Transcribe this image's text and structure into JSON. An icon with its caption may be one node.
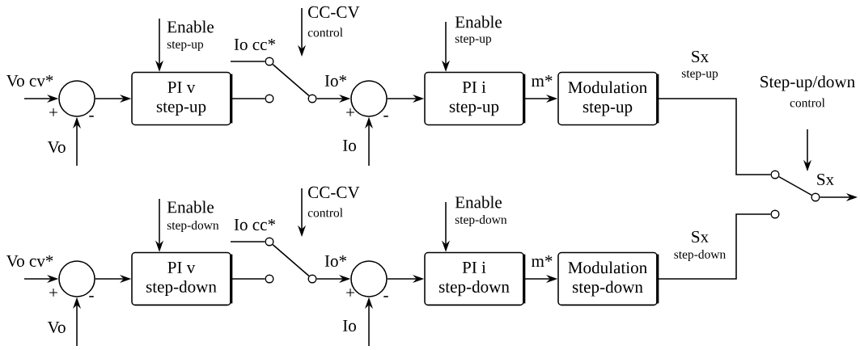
{
  "diagram": {
    "nodes": [
      {
        "text": [],
        "shape": "circle"
      },
      {
        "text": [
          "PI v",
          "step-up"
        ]
      },
      {
        "text": [],
        "shape": "circle"
      },
      {
        "text": [],
        "shape": "circle"
      },
      {
        "text": [],
        "shape": "circle"
      },
      {
        "text": [],
        "shape": "circle"
      },
      {
        "text": [
          "PI i",
          "step-up"
        ]
      },
      {
        "text": [
          "Modulation",
          "step-up"
        ]
      },
      {
        "text": [],
        "shape": "circle"
      },
      {
        "text": [
          "PI v",
          "step-down"
        ]
      },
      {
        "text": [],
        "shape": "circle"
      },
      {
        "text": [],
        "shape": "circle"
      },
      {
        "text": [],
        "shape": "circle"
      },
      {
        "text": [],
        "shape": "circle"
      },
      {
        "text": [
          "PI i",
          "step-down"
        ]
      },
      {
        "text": [
          "Modulation",
          "step-down"
        ]
      },
      {
        "text": [],
        "shape": "circle"
      },
      {
        "text": [],
        "shape": "circle"
      },
      {
        "text": [],
        "shape": "circle"
      }
    ],
    "edges": [
      {
        "from": null,
        "to": 0,
        "arrow": "to",
        "label": "Vo cv*"
      },
      {
        "from": null,
        "to": 0,
        "arrow": "to",
        "label": "Vo"
      },
      {
        "from": 0,
        "to": 1,
        "arrow": "to"
      },
      {
        "from": null,
        "to": 1,
        "arrow": "to"
      },
      {
        "from": 1,
        "to": 3,
        "arrow": "none"
      },
      {
        "from": null,
        "to": 2,
        "arrow": "none",
        "label": "Io cc*"
      },
      {
        "from": 2,
        "to": 4,
        "arrow": "none"
      },
      {
        "from": 4,
        "to": 5,
        "arrow": "to",
        "label": "Io*"
      },
      {
        "from": null,
        "to": 5,
        "arrow": "to",
        "label": "Io"
      },
      {
        "from": 5,
        "to": 6,
        "arrow": "to"
      },
      {
        "from": null,
        "to": 6,
        "arrow": "to"
      },
      {
        "from": 6,
        "to": 7,
        "arrow": "to",
        "label": "m*"
      },
      {
        "from": 7,
        "to": 16,
        "arrow": "none"
      },
      {
        "from": null,
        "to": 8,
        "arrow": "to",
        "label": "Vo cv*"
      },
      {
        "from": null,
        "to": 8,
        "arrow": "to",
        "label": "Vo"
      },
      {
        "from": 8,
        "to": 9,
        "arrow": "to"
      },
      {
        "from": null,
        "to": 9,
        "arrow": "to"
      },
      {
        "from": 9,
        "to": 11,
        "arrow": "none"
      },
      {
        "from": null,
        "to": 10,
        "arrow": "none",
        "label": "Io cc*"
      },
      {
        "from": 10,
        "to": 12,
        "arrow": "none"
      },
      {
        "from": 12,
        "to": 13,
        "arrow": "to",
        "label": "Io*"
      },
      {
        "from": null,
        "to": 13,
        "arrow": "to",
        "label": "Io"
      },
      {
        "from": 13,
        "to": 14,
        "arrow": "to"
      },
      {
        "from": null,
        "to": 14,
        "arrow": "to"
      },
      {
        "from": 14,
        "to": 15,
        "arrow": "to",
        "label": "m*"
      },
      {
        "from": 15,
        "to": 18,
        "arrow": "none"
      },
      {
        "from": 16,
        "to": 17,
        "arrow": "none"
      },
      {
        "from": 17,
        "to": null,
        "arrow": "to",
        "label": "Sx"
      }
    ],
    "labels": [
      "Enable",
      "step-up",
      "CC-CV",
      "control",
      "Enable",
      "step-up",
      "Sx",
      "step-up",
      "+",
      "-",
      "+",
      "-",
      "Step-up/down",
      "control",
      "Enable",
      "step-down",
      "CC-CV",
      "control",
      "Enable",
      "step-down",
      "Sx",
      "step-down",
      "+",
      "-",
      "+",
      "-"
    ]
  }
}
